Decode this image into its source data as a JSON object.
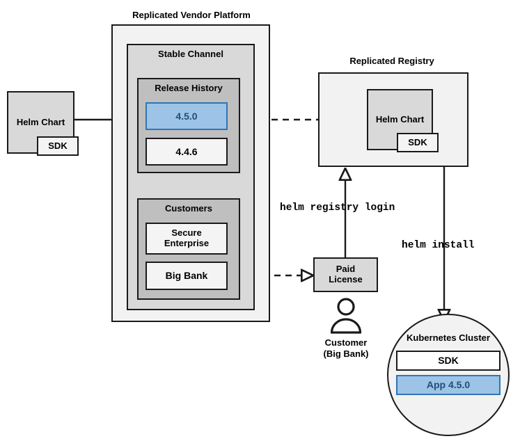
{
  "diagram": {
    "title": "Replicated Vendor Platform helm distribution flow",
    "background": "#ffffff",
    "colors": {
      "accent_blue_fill": "#9dc3e6",
      "accent_blue_border": "#2e75b6",
      "accent_blue_text": "#1f4e79",
      "outer_fill": "#f2f2f2",
      "mid_fill": "#d9d9d9",
      "inner_fill": "#bfbfbf",
      "stroke": "#1a1a1a"
    }
  },
  "labels": {
    "vendor_platform": "Replicated Vendor Platform",
    "replicated_registry": "Replicated Registry",
    "stable_channel": "Stable Channel",
    "release_history": "Release History",
    "customers": "Customers",
    "kubernetes_cluster": "Kubernetes Cluster"
  },
  "nodes": {
    "source_helm_chart": {
      "label": "Helm Chart",
      "sdk_label": "SDK"
    },
    "registry_helm_chart": {
      "label": "Helm Chart",
      "sdk_label": "SDK"
    },
    "release_current": "4.5.0",
    "release_previous": "4.4.6",
    "customer_secure_enterprise": "Secure\nEnterprise",
    "customer_secure_enterprise_line1": "Secure",
    "customer_secure_enterprise_line2": "Enterprise",
    "customer_big_bank": "Big Bank",
    "paid_license_line1": "Paid",
    "paid_license_line2": "License",
    "customer_person_line1": "Customer",
    "customer_person_line2": "(Big Bank)",
    "cluster_sdk": "SDK",
    "cluster_app": "App 4.5.0"
  },
  "commands": {
    "helm_registry_login": "helm registry login",
    "helm_install": "helm install"
  },
  "edges": [
    {
      "name": "chart-to-release",
      "from": "source_helm_chart",
      "to": "release_current",
      "style": "solid",
      "arrowhead": "filled"
    },
    {
      "name": "release-to-registry",
      "from": "release_current",
      "to": "registry_helm_chart",
      "style": "dashed",
      "arrowhead": "open"
    },
    {
      "name": "bigbank-to-license",
      "from": "customer_big_bank",
      "to": "paid_license",
      "style": "dashed",
      "arrowhead": "open"
    },
    {
      "name": "license-to-registry",
      "from": "paid_license",
      "to": "replicated_registry",
      "style": "solid",
      "arrowhead": "open",
      "label": "helm registry login"
    },
    {
      "name": "registry-to-cluster",
      "from": "replicated_registry",
      "to": "kubernetes_cluster",
      "style": "solid",
      "arrowhead": "open",
      "label": "helm install"
    }
  ]
}
